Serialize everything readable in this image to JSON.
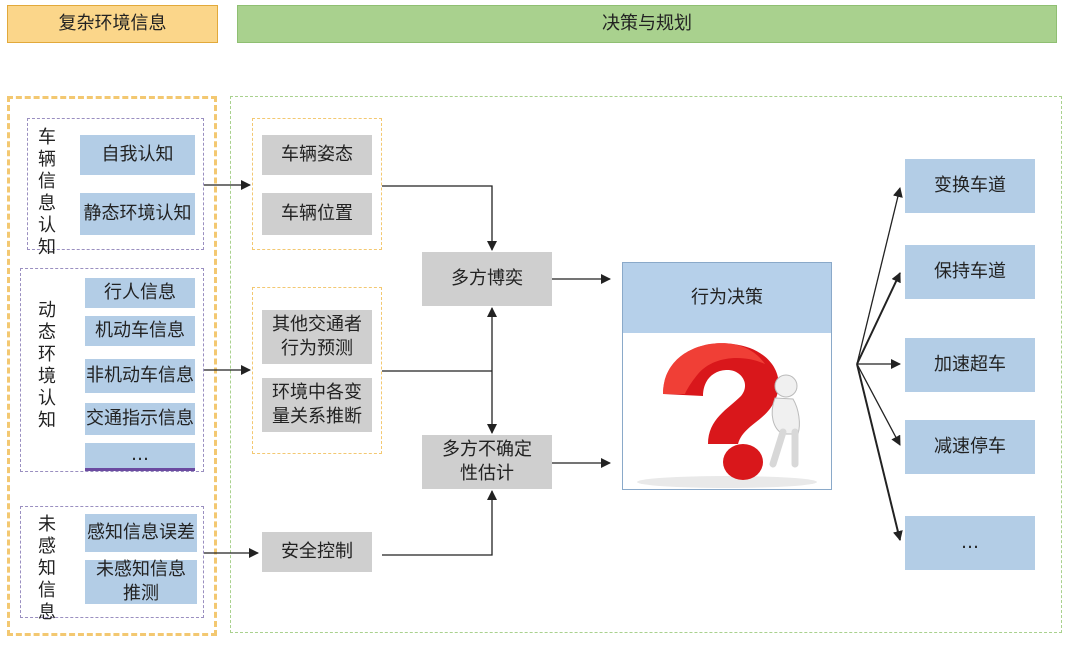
{
  "header": {
    "left_title": "复杂环境信息",
    "right_title": "决策与规划"
  },
  "left_groups": {
    "vehicle_info": {
      "label": "车辆信息认知",
      "items": [
        "自我认知",
        "静态环境认知"
      ]
    },
    "dynamic_env": {
      "label": "动态环境认知",
      "items": [
        "行人信息",
        "机动车信息",
        "非机动车信息",
        "交通指示信息",
        "…"
      ]
    },
    "unperceived": {
      "label": "未感知信息",
      "items": [
        "感知信息误差",
        "未感知信息推测"
      ]
    }
  },
  "middle": {
    "vehicle_state": [
      "车辆姿态",
      "车辆位置"
    ],
    "prediction": [
      "其他交通者行为预测",
      "环境中各变量关系推断"
    ],
    "safety": "安全控制"
  },
  "center": {
    "game": "多方博奕",
    "uncertainty": "多方不确定性估计"
  },
  "decision": {
    "title": "行为决策",
    "image_icon": "question-mark-thinker-illustration"
  },
  "actions": [
    "变换车道",
    "保持车道",
    "加速超车",
    "减速停车",
    "…"
  ],
  "colors": {
    "header_left": "#fbd68a",
    "header_right": "#a9d18e",
    "gray_box": "#cfcfcf",
    "blue_box": "#b3cde6",
    "frame_orange": "#f3c871",
    "frame_green": "#a9d18e",
    "frame_purple": "#9a8fc0"
  }
}
